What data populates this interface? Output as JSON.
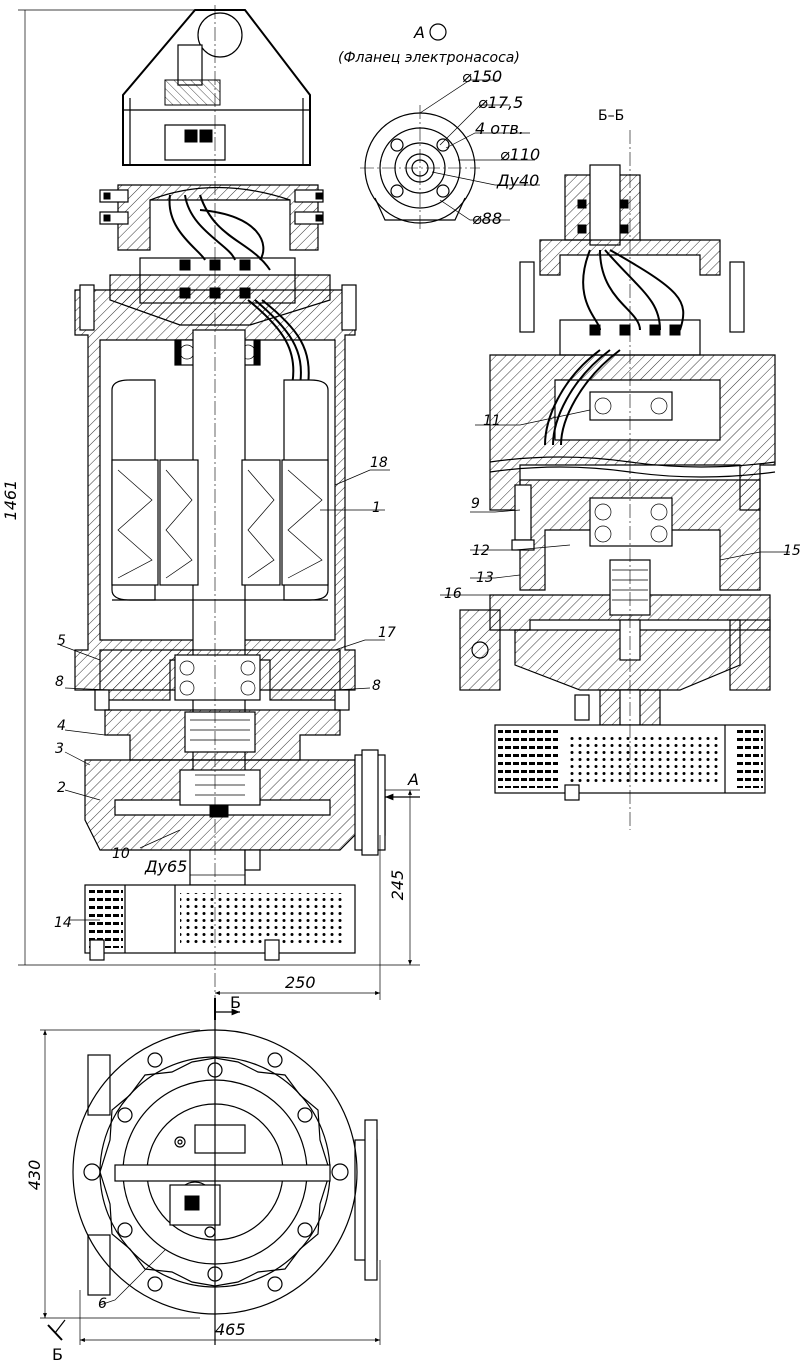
{
  "view_a": {
    "title": "А",
    "subtitle": "(Фланец электронасоса)",
    "dims": [
      "⌀150",
      "⌀17,5",
      "4 отв.",
      "⌀110",
      "Ду40",
      "⌀88"
    ]
  },
  "section_bb": {
    "title": "Б–Б"
  },
  "main_view": {
    "overall_height": "1461",
    "inlet_label": "Ду65",
    "dim_245": "245",
    "dim_250": "250",
    "view_arrow": "А"
  },
  "plan_view": {
    "cut_top": "Б",
    "cut_bottom": "Б",
    "dim_430": "430",
    "dim_465": "465"
  },
  "part_labels": {
    "main": [
      "18",
      "1",
      "5",
      "17",
      "8",
      "8",
      "4",
      "3",
      "2",
      "10",
      "14"
    ],
    "section": [
      "11",
      "9",
      "12",
      "15",
      "13",
      "16"
    ],
    "plan": [
      "6"
    ]
  }
}
